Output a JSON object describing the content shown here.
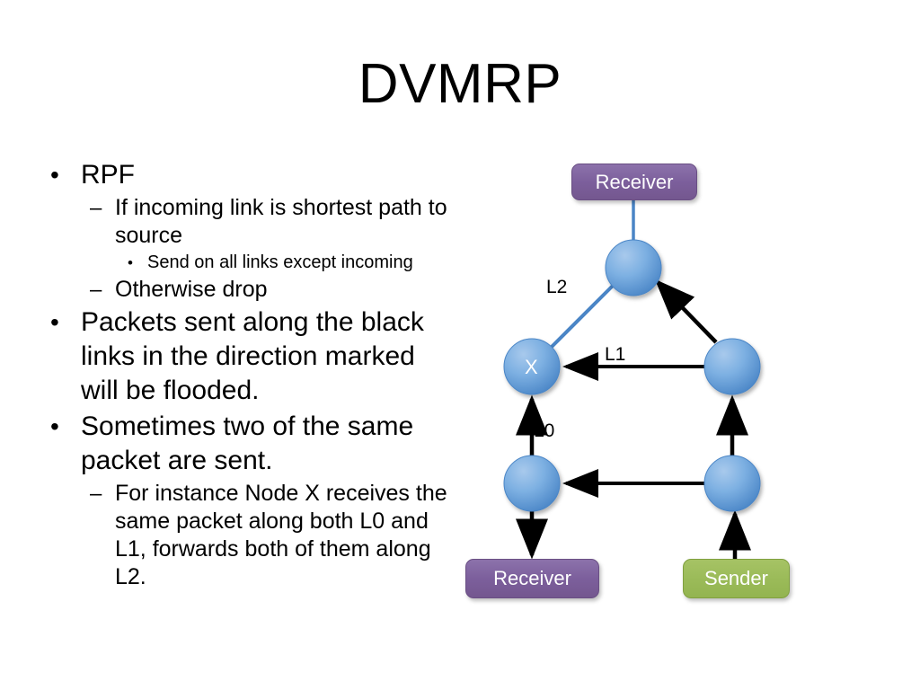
{
  "slide": {
    "title": "DVMRP"
  },
  "body": [
    {
      "level": 1,
      "marker": "•",
      "text": "RPF"
    },
    {
      "level": 2,
      "marker": "–",
      "text": "If incoming link is shortest path to source"
    },
    {
      "level": 3,
      "marker": "•",
      "text": "Send on all links except incoming"
    },
    {
      "level": 2,
      "marker": "–",
      "text": "Otherwise drop"
    },
    {
      "level": 1,
      "marker": "•",
      "text": "Packets sent along the black links in the direction marked will be flooded."
    },
    {
      "level": 1,
      "marker": "•",
      "text": "Sometimes two of the same packet are sent."
    },
    {
      "level": 2,
      "marker": "–",
      "text": "For instance Node X receives the same packet along both L0 and L1, forwards both of them along L2."
    }
  ],
  "diagram": {
    "colors": {
      "node_fill_light": "#8ab5e3",
      "node_fill_dark": "#4a85c6",
      "node_stroke": "#4a85c6",
      "box_purple": "#7c5f9c",
      "box_green": "#9bbb59",
      "blue_link": "#4a85c6",
      "black_link": "#000000",
      "label_text": "#ffffff"
    },
    "boxes": [
      {
        "id": "receiver-top",
        "label": "Receiver",
        "color": "purple"
      },
      {
        "id": "receiver-bottom",
        "label": "Receiver",
        "color": "purple"
      },
      {
        "id": "sender",
        "label": "Sender",
        "color": "green"
      }
    ],
    "nodes": [
      {
        "id": "node-top",
        "label": ""
      },
      {
        "id": "node-x",
        "label": "X"
      },
      {
        "id": "node-right-mid",
        "label": ""
      },
      {
        "id": "node-bottom-left",
        "label": ""
      },
      {
        "id": "node-bottom-right",
        "label": ""
      }
    ],
    "link_labels": [
      {
        "id": "L2",
        "label": "L2"
      },
      {
        "id": "L1",
        "label": "L1"
      },
      {
        "id": "L0",
        "label": "L0"
      }
    ],
    "edges": [
      {
        "id": "receiver-top-to-node-top",
        "style": "blue",
        "arrow": "none"
      },
      {
        "id": "node-top-to-node-x",
        "style": "blue",
        "arrow": "none",
        "label": "L2"
      },
      {
        "id": "node-right-mid-to-node-top",
        "style": "black",
        "arrow": "to-node-top"
      },
      {
        "id": "node-right-mid-to-node-x",
        "style": "black",
        "arrow": "to-node-x",
        "label": "L1"
      },
      {
        "id": "node-bottom-left-to-node-x",
        "style": "black",
        "arrow": "to-node-x",
        "label": "L0"
      },
      {
        "id": "node-bottom-right-to-node-right-mid",
        "style": "black",
        "arrow": "to-node-right-mid"
      },
      {
        "id": "node-bottom-right-to-node-bottom-left",
        "style": "black",
        "arrow": "to-node-bottom-left"
      },
      {
        "id": "node-bottom-left-to-receiver-bottom",
        "style": "black",
        "arrow": "to-receiver-bottom"
      },
      {
        "id": "sender-to-node-bottom-right",
        "style": "black",
        "arrow": "to-node-bottom-right"
      }
    ]
  }
}
